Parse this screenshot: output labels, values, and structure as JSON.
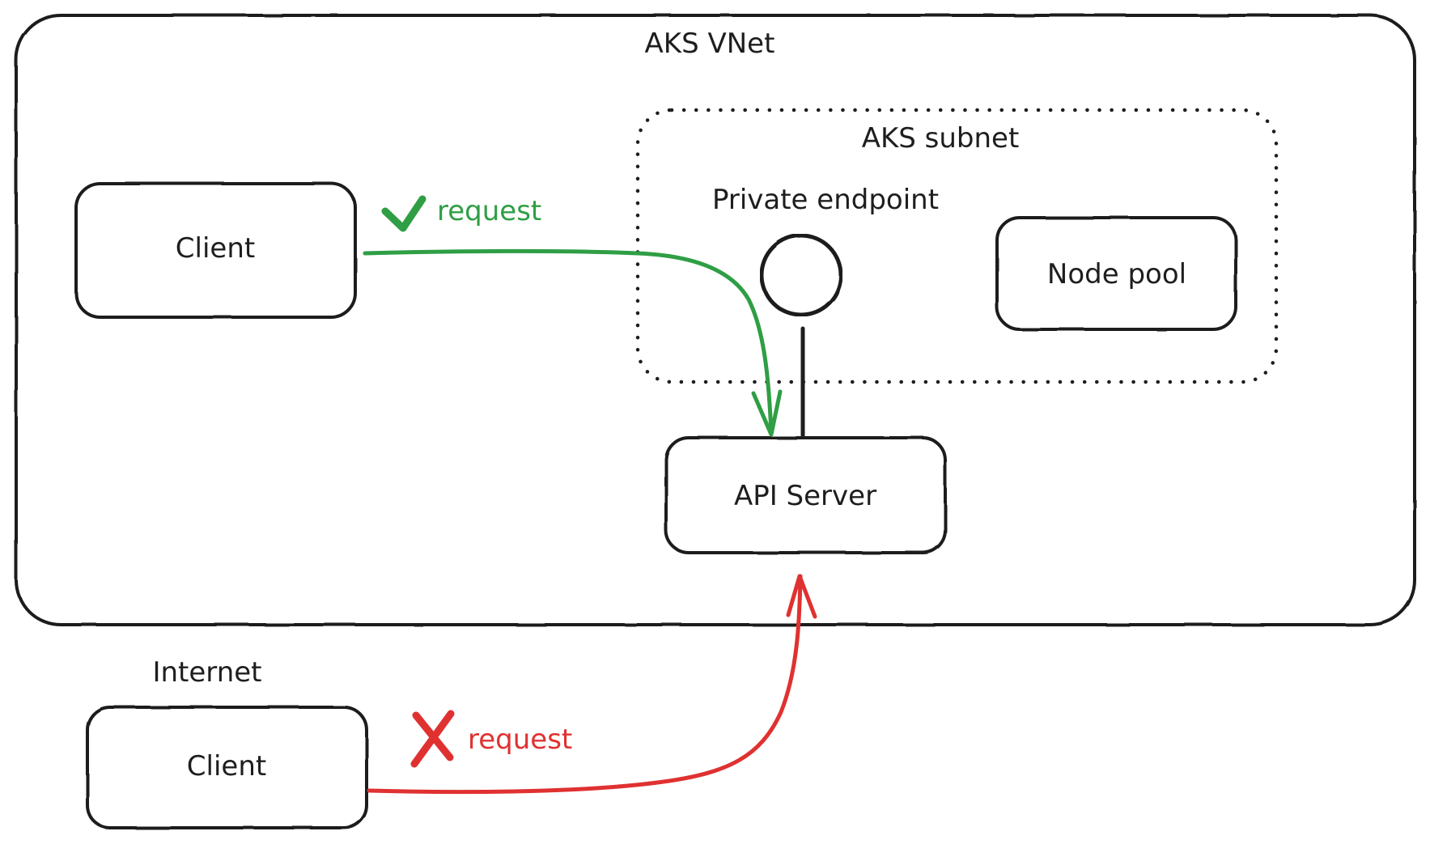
{
  "diagram": {
    "colors": {
      "stroke": "#1e1e1e",
      "allowed": "#2f9e44",
      "blocked": "#e03131",
      "background": "#ffffff"
    },
    "containers": {
      "vnet": {
        "label": "AKS VNet"
      },
      "subnet": {
        "label": "AKS subnet",
        "style": "dotted"
      },
      "internet": {
        "label": "Internet"
      }
    },
    "nodes": {
      "client_internal": {
        "label": "Client"
      },
      "client_external": {
        "label": "Client"
      },
      "private_endpoint": {
        "label": "Private endpoint",
        "shape": "circle"
      },
      "node_pool": {
        "label": "Node pool"
      },
      "api_server": {
        "label": "API Server"
      }
    },
    "edges": [
      {
        "from": "Client (AKS VNet)",
        "to": "API Server",
        "label": "request",
        "status": "allowed",
        "status_icon": "check-icon"
      },
      {
        "from": "Client (Internet)",
        "to": "API Server",
        "label": "request",
        "status": "blocked",
        "status_icon": "x-icon"
      },
      {
        "from": "Private endpoint",
        "to": "API Server",
        "label": "",
        "status": "link"
      }
    ]
  }
}
